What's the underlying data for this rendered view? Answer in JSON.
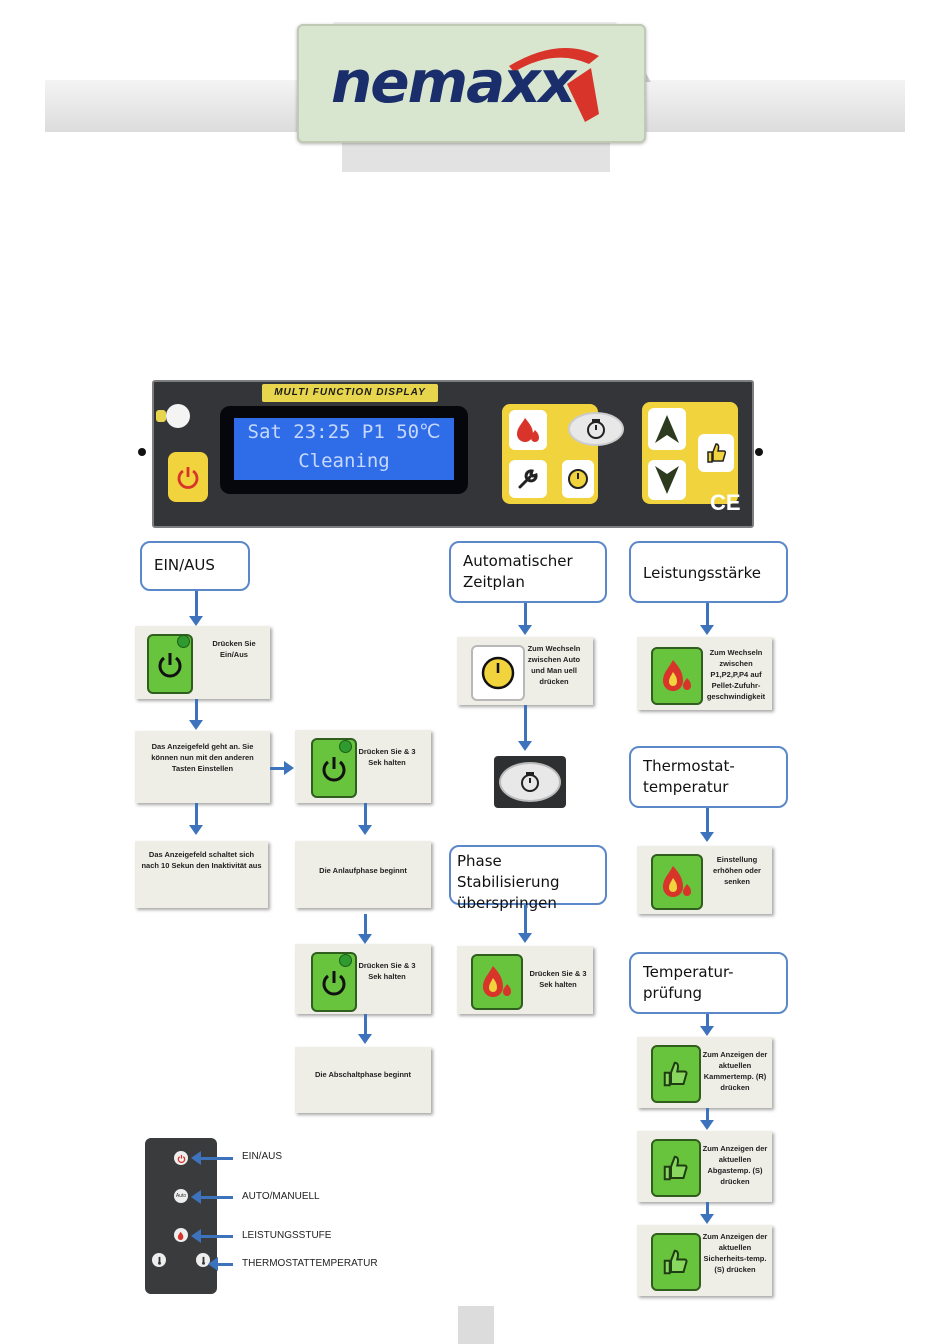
{
  "header": {
    "logo_text": "nemaxx",
    "colors": {
      "logo_blue": "#1b2e6c",
      "logo_red": "#d8342a",
      "logo_box": "#d9e6cf"
    }
  },
  "panel": {
    "title": "MULTI FUNCTION DISPLAY",
    "lcd_line1": "Sat 23:25 P1 50℃",
    "lcd_line2": "Cleaning",
    "ce_mark": "CE",
    "colors": {
      "key_yellow": "#f1d33d",
      "lcd_blue": "#2f6de8",
      "body": "#333538"
    }
  },
  "flows": {
    "ein_aus": {
      "title": "EIN/AUS",
      "step1": "Drücken Sie Ein/Aus",
      "step2": "Das Anzeigefeld geht an. Sie können nun mit den anderen Tasten Einstellen",
      "step3": "Das Anzeigefeld schaltet sich nach 10 Sekun den Inaktivität aus",
      "step4": "Drücken Sie & 3 Sek halten",
      "step5": "Die Anlaufphase beginnt",
      "step6": "Drücken Sie & 3 Sek halten",
      "step7": "Die Abschaltphase beginnt"
    },
    "zeitplan": {
      "title_line1": "Automatischer",
      "title_line2": "Zeitplan",
      "step1": "Zum Wechseln zwischen Auto und Man uell drücken"
    },
    "phase": {
      "title_line1": "Phase Stabilisierung",
      "title_line2": "überspringen",
      "step1": "Drücken Sie & 3 Sek halten"
    },
    "leistung": {
      "title": "Leistungsstärke",
      "step1": "Zum Wechseln zwischen P1,P2,P,P4 auf Pellet-Zufuhr-geschwindigkeit"
    },
    "thermostat": {
      "title_line1": "Thermostat-",
      "title_line2": "temperatur",
      "step1": "Einstellung erhöhen oder senken"
    },
    "tempcheck": {
      "title_line1": "Temperatur-",
      "title_line2": "prüfung",
      "step1": "Zum Anzeigen der aktuellen Kammertemp. (R) drücken",
      "step2": "Zum Anzeigen der aktuellen Abgastemp. (S) drücken",
      "step3": "Zum Anzeigen der aktuellen Sicherheits-temp. (S) drücken"
    }
  },
  "remote": {
    "auto_btn": "Auto",
    "labels": [
      "EIN/AUS",
      "AUTO/MANUELL",
      "LEISTUNGSSTUFE",
      "THERMOSTATTEMPERATUR"
    ]
  },
  "icons": [
    "power-icon",
    "flame-icon",
    "wrench-icon",
    "clock-icon",
    "timer-icon",
    "thumbs-up-icon",
    "up-arrow-icon",
    "down-arrow-icon"
  ]
}
